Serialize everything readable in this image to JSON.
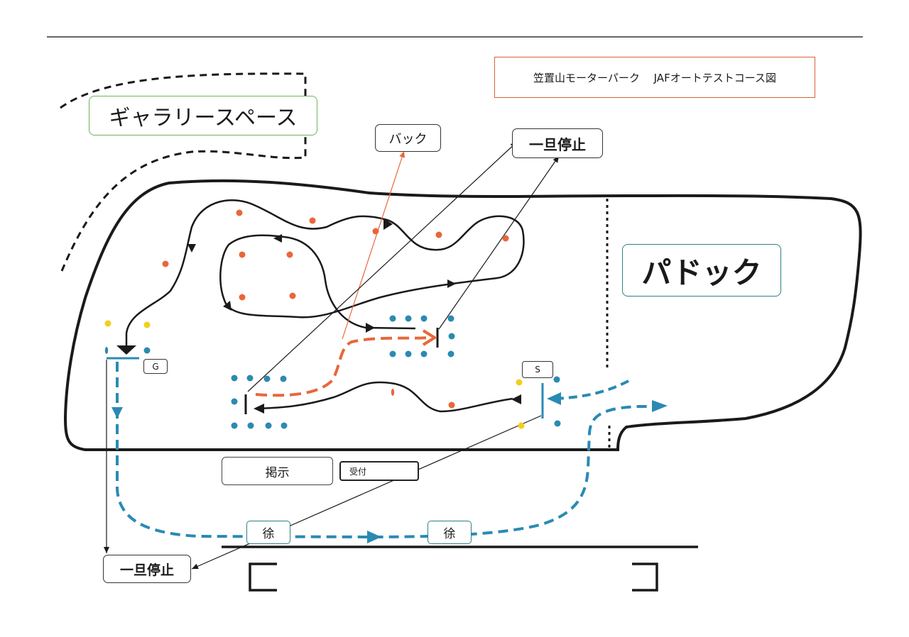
{
  "title": "笠置山モーターパーク　 JAFオートテストコース図",
  "labels": {
    "gallery": "ギャラリースペース",
    "paddock": "パドック",
    "back": "バック",
    "stop_top": "一旦停止",
    "stop_bottom": "一旦停止",
    "notice": "掲示",
    "reception": "受付",
    "slow_1": "徐",
    "slow_2": "徐",
    "goal": "G",
    "start": "S"
  },
  "colors": {
    "course_line": "#1a1a1a",
    "pylon_orange": "#e8673a",
    "pylon_blue": "#2a8ab3",
    "pylon_yellow": "#f2cf1c",
    "reverse_path": "#e8673a",
    "exit_path": "#2a8ab3",
    "title_border": "#d9623b",
    "gallery_border": "#6bb55a",
    "paddock_border": "#2f7f86"
  },
  "icons": [
    "arrow-right-icon",
    "arrow-left-icon",
    "arrow-down-icon",
    "arrow-up-icon"
  ]
}
